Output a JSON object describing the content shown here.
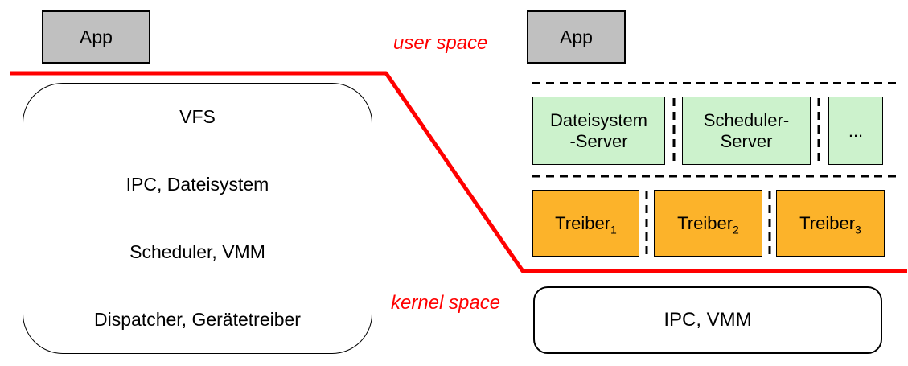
{
  "colors": {
    "app_fill": "#c0c0c0",
    "server_fill": "#ccf2cc",
    "driver_fill": "#fcb32a",
    "divider": "#ff0000"
  },
  "labels": {
    "user_space": "user space",
    "kernel_space": "kernel space"
  },
  "left": {
    "app": "App",
    "stack": [
      "VFS",
      "IPC, Dateisystem",
      "Scheduler, VMM",
      "Dispatcher, Gerätetreiber"
    ]
  },
  "right": {
    "app": "App",
    "servers": [
      {
        "line1": "Dateisystem",
        "line2": "-Server"
      },
      {
        "line1": "Scheduler-",
        "line2": "Server"
      },
      {
        "line1": "...",
        "line2": ""
      }
    ],
    "drivers": [
      {
        "base": "Treiber",
        "sub": "1"
      },
      {
        "base": "Treiber",
        "sub": "2"
      },
      {
        "base": "Treiber",
        "sub": "3"
      }
    ],
    "kernel": "IPC, VMM"
  }
}
